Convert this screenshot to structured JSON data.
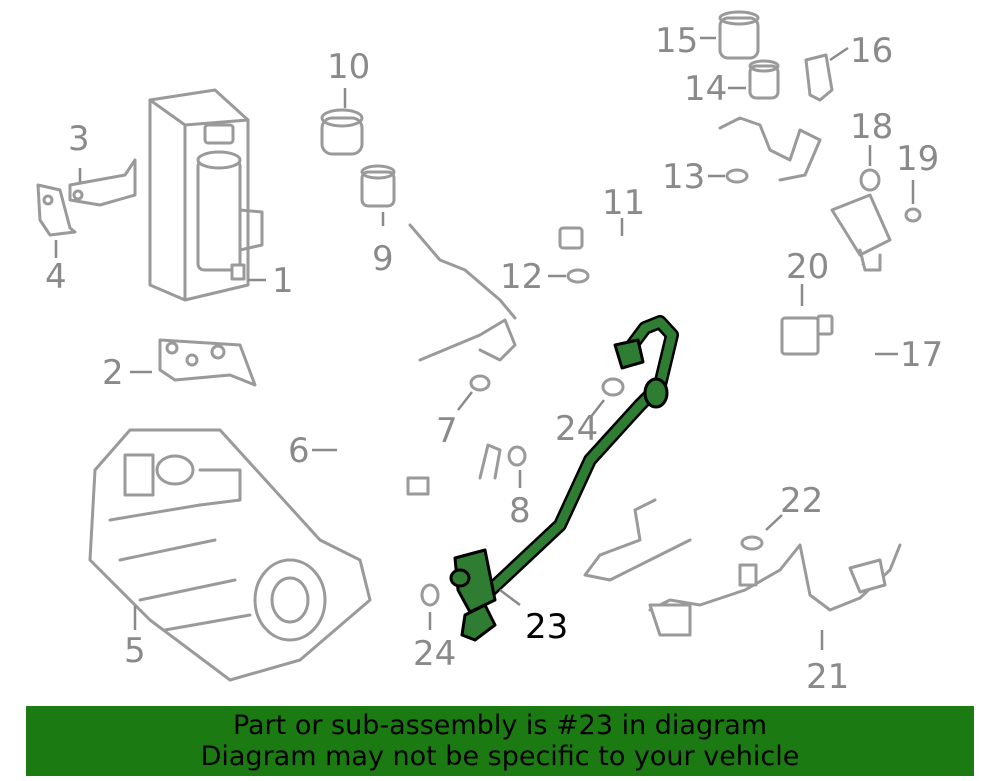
{
  "labels": {
    "p1": "1",
    "p2": "2",
    "p3": "3",
    "p4": "4",
    "p5": "5",
    "p6": "6",
    "p7": "7",
    "p8": "8",
    "p9": "9",
    "p10": "10",
    "p11": "11",
    "p12": "12",
    "p13": "13",
    "p14": "14",
    "p15": "15",
    "p16": "16",
    "p17": "17",
    "p18": "18",
    "p19": "19",
    "p20": "20",
    "p21": "21",
    "p22": "22",
    "p23": "23",
    "p24a": "24",
    "p24b": "24"
  },
  "highlight": {
    "part": "23",
    "color": "#2e7d32"
  },
  "banner": {
    "line1": "Part or sub-assembly is #23 in diagram",
    "line2": "Diagram may not be specific to your vehicle",
    "color": "#1b7b12"
  }
}
